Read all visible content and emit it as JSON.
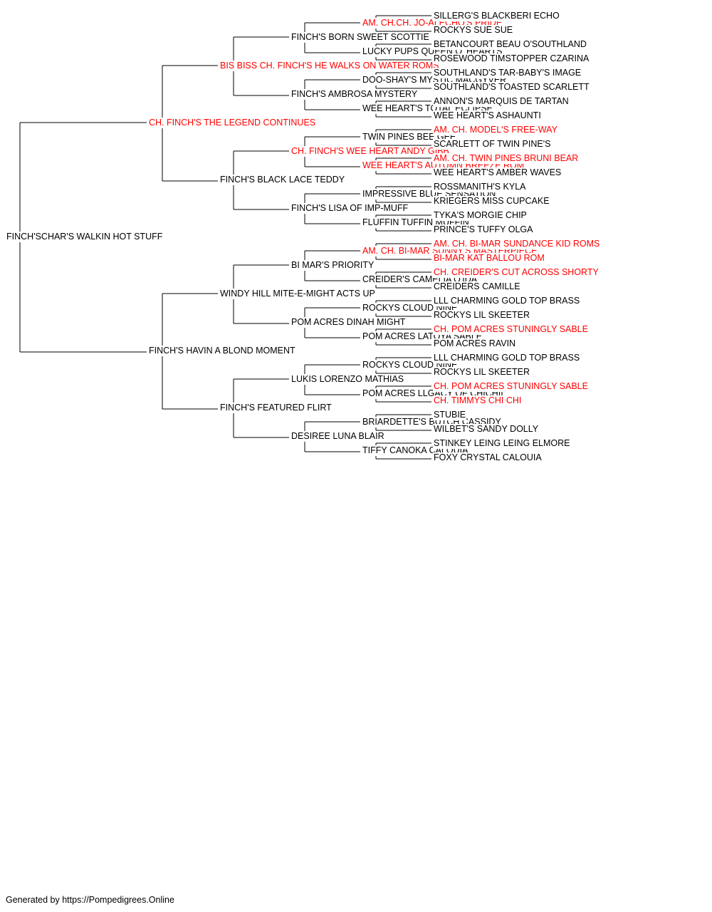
{
  "pedigree": {
    "subject": {
      "name": "FINCH'SCHAR'S WALKIN HOT STUFF",
      "titled": false
    },
    "sire": {
      "name": "CH. FINCH'S THE LEGEND CONTINUES",
      "titled": true
    },
    "dam": {
      "name": "FINCH'S HAVIN A BLOND MOMENT",
      "titled": false
    },
    "grandparents": [
      {
        "name": "BIS BISS CH. FINCH'S HE WALKS ON WATER ROMS",
        "titled": true
      },
      {
        "name": "FINCH'S BLACK LACE TEDDY",
        "titled": false
      },
      {
        "name": "WINDY HILL MITE-E-MIGHT ACTS UP",
        "titled": false
      },
      {
        "name": "FINCH'S FEATURED FLIRT",
        "titled": false
      }
    ],
    "great_grandparents": [
      {
        "name": "FINCH'S BORN SWEET SCOTTIE",
        "titled": false
      },
      {
        "name": "FINCH'S AMBROSA MYSTERY",
        "titled": false
      },
      {
        "name": "CH. FINCH'S WEE HEART ANDY GIBB",
        "titled": true
      },
      {
        "name": "FINCH'S LISA OF IMP-MUFF",
        "titled": false
      },
      {
        "name": "BI MAR'S PRIORITY",
        "titled": false
      },
      {
        "name": "POM ACRES DINAH MIGHT",
        "titled": false
      },
      {
        "name": "LUKIS LORENZO MATHIAS",
        "titled": false
      },
      {
        "name": "DESIREE LUNA BLAIR",
        "titled": false
      }
    ],
    "gen4": [
      {
        "name": "AM. CH.CH. JO-AI ECHO'S PRIDE",
        "titled": true
      },
      {
        "name": "LUCKY PUPS QUEEN O' HEARTS",
        "titled": false
      },
      {
        "name": "DOO-SHAY'S MYSTIC MACGYVER",
        "titled": false
      },
      {
        "name": "WEE HEART'S TOTAL ECLIPSE",
        "titled": false
      },
      {
        "name": "TWIN PINES BEE GEE",
        "titled": false
      },
      {
        "name": "WEE HEART'S AUTUMN BREEZE ROM",
        "titled": true
      },
      {
        "name": "IMPRESSIVE BLUE SENSATION",
        "titled": false
      },
      {
        "name": "FLUFFIN TUFFIN MUFFIN",
        "titled": false
      },
      {
        "name": "AM. CH. BI-MAR SUNNY'S MASTERPIECE",
        "titled": true
      },
      {
        "name": "CREIDER'S CAMELIA O'IDA",
        "titled": false
      },
      {
        "name": "ROCKYS CLOUD NINE",
        "titled": false
      },
      {
        "name": "POM ACRES LATOYA SABLE",
        "titled": false
      },
      {
        "name": "ROCKYS CLOUD NINE",
        "titled": false
      },
      {
        "name": "POM ACRES LLGACY OF CHICHII",
        "titled": false
      },
      {
        "name": "BRIARDETTE'S BUTCH CASSIDY",
        "titled": false
      },
      {
        "name": "TIFFY CANOKA CALOUIA",
        "titled": false
      }
    ],
    "gen5": [
      {
        "name": "SILLERG'S BLACKBERI ECHO",
        "titled": false
      },
      {
        "name": "ROCKYS SUE SUE",
        "titled": false
      },
      {
        "name": "BETANCOURT BEAU O'SOUTHLAND",
        "titled": false
      },
      {
        "name": "ROSEWOOD TIMSTOPPER CZARINA",
        "titled": false
      },
      {
        "name": "SOUTHLAND'S TAR-BABY'S IMAGE",
        "titled": false
      },
      {
        "name": "SOUTHLAND'S TOASTED SCARLETT",
        "titled": false
      },
      {
        "name": "ANNON'S MARQUIS DE TARTAN",
        "titled": false
      },
      {
        "name": "WEE HEART'S ASHAUNTI",
        "titled": false
      },
      {
        "name": "AM. CH. MODEL'S FREE-WAY",
        "titled": true
      },
      {
        "name": "SCARLETT OF TWIN PINE'S",
        "titled": false
      },
      {
        "name": "AM. CH. TWIN PINES BRUNI BEAR",
        "titled": true
      },
      {
        "name": "WEE HEART'S AMBER WAVES",
        "titled": false
      },
      {
        "name": "ROSSMANITH'S KYLA",
        "titled": false
      },
      {
        "name": "KRIEGERS MISS CUPCAKE",
        "titled": false
      },
      {
        "name": "TYKA'S MORGIE CHIP",
        "titled": false
      },
      {
        "name": "PRINCE'S TUFFY OLGA",
        "titled": false
      },
      {
        "name": "AM. CH. BI-MAR SUNDANCE KID ROMS",
        "titled": true
      },
      {
        "name": "BI-MAR KAT BALLOU ROM",
        "titled": true
      },
      {
        "name": "CH. CREIDER'S CUT ACROSS SHORTY",
        "titled": true
      },
      {
        "name": "CREIDERS CAMILLE",
        "titled": false
      },
      {
        "name": "LLL CHARMING GOLD TOP BRASS",
        "titled": false
      },
      {
        "name": "ROCKYS LIL SKEETER",
        "titled": false
      },
      {
        "name": "CH. POM ACRES STUNINGLY SABLE",
        "titled": true
      },
      {
        "name": "POM ACRES RAVIN",
        "titled": false
      },
      {
        "name": "LLL CHARMING GOLD TOP BRASS",
        "titled": false
      },
      {
        "name": "ROCKYS LIL SKEETER",
        "titled": false
      },
      {
        "name": "CH. POM ACRES STUNINGLY SABLE",
        "titled": true
      },
      {
        "name": "CH. TIMMYS CHI CHI",
        "titled": true
      },
      {
        "name": "STUBIE",
        "titled": false
      },
      {
        "name": "WILBET'S SANDY DOLLY",
        "titled": false
      },
      {
        "name": "STINKEY LEING LEING ELMORE",
        "titled": false
      },
      {
        "name": "FOXY CRYSTAL CALOUIA",
        "titled": false
      }
    ]
  },
  "colors": {
    "titled": "#ff0000",
    "normal": "#000000",
    "lines": "#000000"
  },
  "footer": "Generated by https://Pompedigrees.Online"
}
